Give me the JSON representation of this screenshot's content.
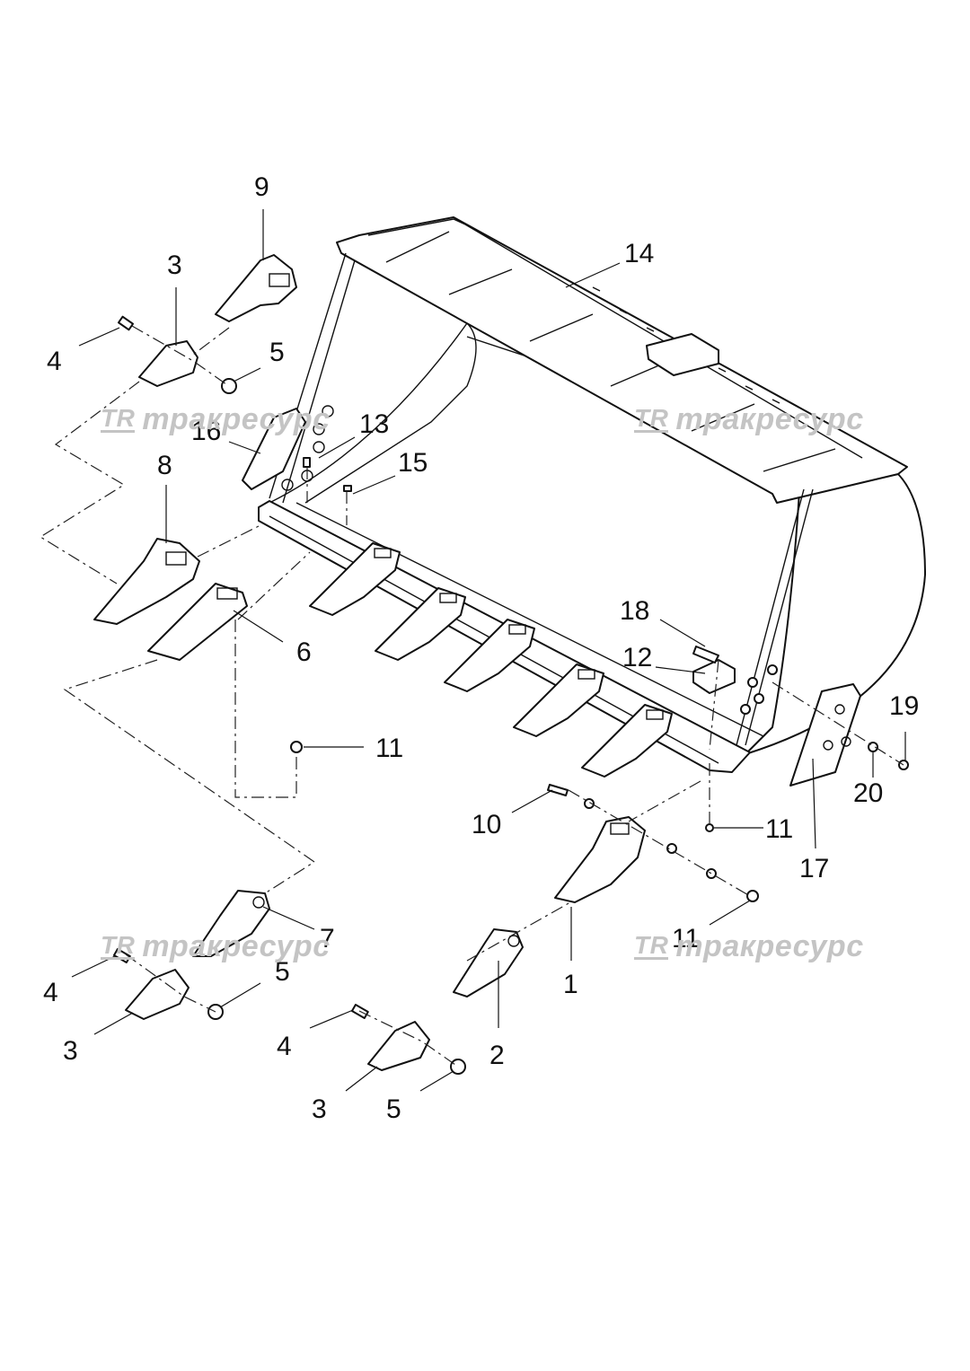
{
  "watermark": {
    "brand_mark": "TR",
    "text": "тракресурс"
  },
  "callouts": [
    {
      "id": "c9a",
      "text": "9"
    },
    {
      "id": "c3a",
      "text": "3"
    },
    {
      "id": "c14",
      "text": "14"
    },
    {
      "id": "c4a",
      "text": "4"
    },
    {
      "id": "c5a",
      "text": "5"
    },
    {
      "id": "c13",
      "text": "13"
    },
    {
      "id": "c16",
      "text": "16"
    },
    {
      "id": "c15",
      "text": "15"
    },
    {
      "id": "c8",
      "text": "8"
    },
    {
      "id": "c6",
      "text": "6"
    },
    {
      "id": "c18",
      "text": "18"
    },
    {
      "id": "c12",
      "text": "12"
    },
    {
      "id": "c19",
      "text": "19"
    },
    {
      "id": "c11a",
      "text": "11"
    },
    {
      "id": "c20",
      "text": "20"
    },
    {
      "id": "c10",
      "text": "10"
    },
    {
      "id": "c11b",
      "text": "11"
    },
    {
      "id": "c17",
      "text": "17"
    },
    {
      "id": "c7",
      "text": "7"
    },
    {
      "id": "c11c",
      "text": "11"
    },
    {
      "id": "c5b",
      "text": "5"
    },
    {
      "id": "c4b",
      "text": "4"
    },
    {
      "id": "c1",
      "text": "1"
    },
    {
      "id": "c3b",
      "text": "3"
    },
    {
      "id": "c4c",
      "text": "4"
    },
    {
      "id": "c2",
      "text": "2"
    },
    {
      "id": "c3c",
      "text": "3"
    },
    {
      "id": "c5c",
      "text": "5"
    }
  ]
}
